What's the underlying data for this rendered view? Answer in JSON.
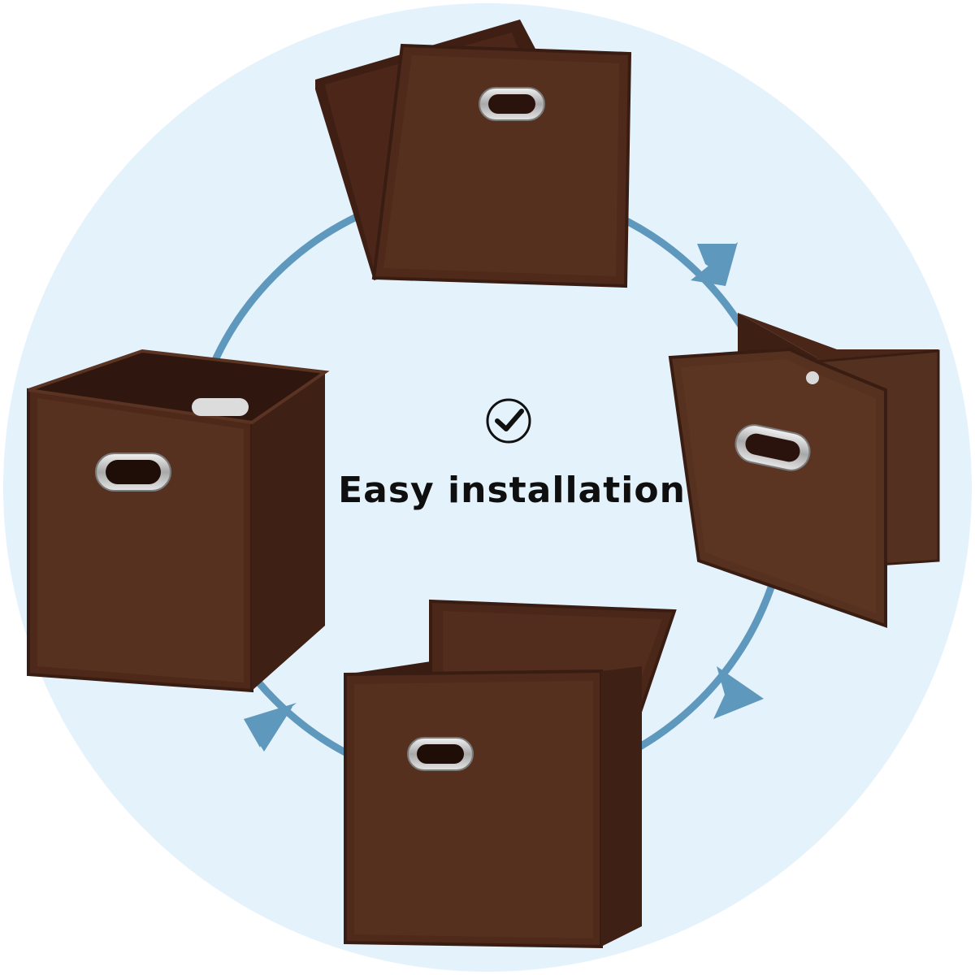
{
  "caption": {
    "text": "Easy installation",
    "icon": "check-circle-icon"
  },
  "colors": {
    "background_circle": "#e4f2fb",
    "arrow": "#5f98bd",
    "box_brown": "#4c2719",
    "box_dark": "#3a1d12",
    "box_light": "#5a3020",
    "handle": "#c9c9c9"
  },
  "steps": [
    {
      "state": "folded-flat",
      "icon": "folded-box-icon"
    },
    {
      "state": "unfolding",
      "icon": "unfolding-box-icon"
    },
    {
      "state": "inserting-bottom-panel",
      "icon": "box-with-panel-icon"
    },
    {
      "state": "assembled",
      "icon": "assembled-box-icon"
    }
  ]
}
